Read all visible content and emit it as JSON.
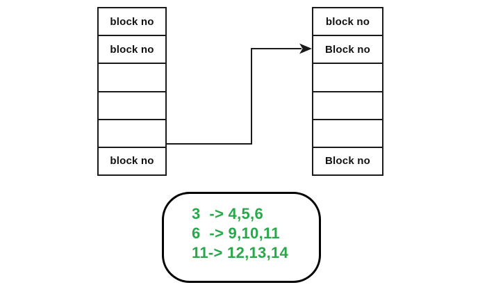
{
  "diagram": {
    "left_table": {
      "rows": [
        "block no",
        "block no",
        "",
        "",
        "",
        "block no"
      ]
    },
    "right_table": {
      "rows": [
        "block no",
        "Block no",
        "",
        "",
        "",
        "Block no"
      ]
    },
    "mapping_box": {
      "lines": [
        "3  -> 4,5,6",
        "6  -> 9,10,11",
        "11-> 12,13,14"
      ]
    },
    "colors": {
      "line_color": "#1a1a1a",
      "cell_text_color": "#111111",
      "mapping_text_color": "#28a84b",
      "background": "#ffffff"
    }
  }
}
